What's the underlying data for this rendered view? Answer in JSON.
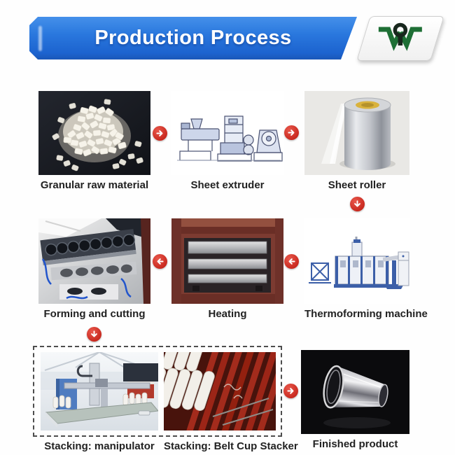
{
  "header": {
    "title": "Production Process",
    "logo_name": "W brand logo"
  },
  "steps": [
    {
      "caption": "Granular raw material"
    },
    {
      "caption": "Sheet extruder"
    },
    {
      "caption": "Sheet roller"
    },
    {
      "caption": "Forming and cutting"
    },
    {
      "caption": "Heating"
    },
    {
      "caption": "Thermoforming machine"
    },
    {
      "caption": "Stacking: manipulator"
    },
    {
      "caption": "Stacking: Belt Cup Stacker"
    },
    {
      "caption": "Finished product"
    }
  ],
  "flow": {
    "arrow_directions": [
      "right",
      "right",
      "down",
      "left",
      "left",
      "down",
      "right"
    ],
    "grouped_steps": [
      "Stacking: manipulator",
      "Stacking: Belt Cup Stacker"
    ]
  },
  "colors": {
    "banner_blue": "#2a78de",
    "arrow_red": "#c7271d",
    "logo_green": "#1e6f35",
    "caption_text": "#222222"
  }
}
